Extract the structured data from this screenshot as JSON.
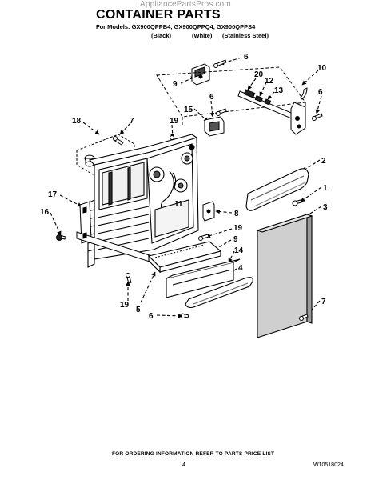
{
  "watermark": "AppliancePartsPros.com",
  "header": {
    "title": "CONTAINER PARTS",
    "models": "For Models: GX900QPPB4, GX900QPPQ4, GX900QPPS4",
    "colors": [
      "(Black)",
      "(White)",
      "(Stainless Steel)"
    ]
  },
  "callouts": [
    "6",
    "9",
    "10",
    "20",
    "12",
    "13",
    "6",
    "15",
    "6",
    "18",
    "7",
    "19",
    "2",
    "1",
    "3",
    "11",
    "8",
    "17",
    "16",
    "19",
    "9",
    "14",
    "4",
    "19",
    "5",
    "6",
    "7"
  ],
  "footer": {
    "ordering_note": "FOR ORDERING INFORMATION REFER TO PARTS PRICE LIST",
    "page_number": "4",
    "document_number": "W10518024"
  }
}
